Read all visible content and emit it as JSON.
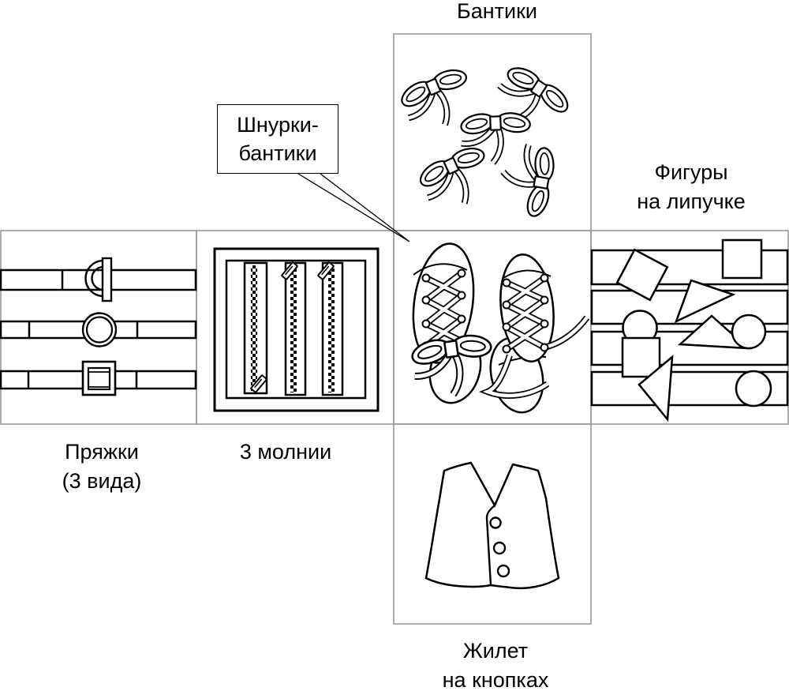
{
  "diagram": {
    "description": "busy-board layout collage of fastening-skill panels, black line art in gray-bordered boxes",
    "background_color": "#ffffff",
    "art_line_color": "#000000",
    "box_border_color": "#999999",
    "panels": {
      "bows": {
        "label": "Бантики",
        "illustration": "five-ribbon-bows",
        "item_count": 5
      },
      "buckles": {
        "label_line1": "Пряжки",
        "label_line2": "(3 вида)",
        "illustration": "three-belts-with-buckles",
        "item_count": 3
      },
      "zippers": {
        "label": "3 молнии",
        "illustration": "three-vertical-zippers",
        "item_count": 3
      },
      "shoes": {
        "illustration": "pair-of-lace-up-shoes"
      },
      "velcro": {
        "label_line1": "Фигуры",
        "label_line2": "на липучке",
        "illustration": "geometric-shapes-on-velcro-strips"
      },
      "vest": {
        "label_line1": "Жилет",
        "label_line2": "на кнопках",
        "illustration": "vest-with-snap-buttons",
        "button_count": 3
      }
    },
    "callout": {
      "line1": "Шнурки-",
      "line2": "бантики",
      "target": "shoes-panel"
    }
  }
}
